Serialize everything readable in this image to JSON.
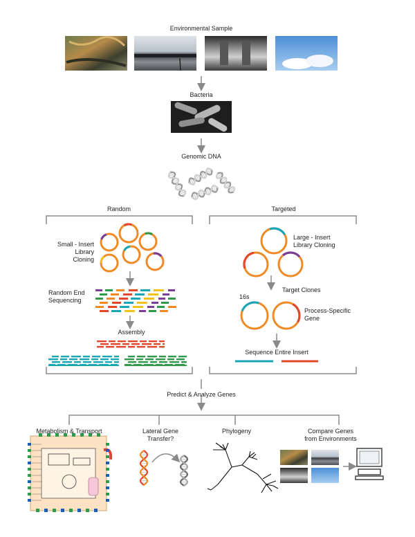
{
  "flow": {
    "environmental_sample": "Environmental Sample",
    "bacteria": "Bacteria",
    "genomic_dna": "Genomic DNA",
    "predict_analyze": "Predict & Analyze Genes"
  },
  "random": {
    "title": "Random",
    "small_insert": "Small - Insert\nLibrary Cloning",
    "random_end": "Random End\nSequencing",
    "assembly": "Assembly"
  },
  "targeted": {
    "title": "Targeted",
    "large_insert": "Large - Insert\nLibrary Cloning",
    "target_clones": "Target Clones",
    "s16": "16s",
    "process_specific": "Process-Specific\nGene",
    "sequence_entire": "Sequence Entire Insert"
  },
  "analysis": {
    "metabolism": "Metabolism & Transport",
    "lateral": "Lateral Gene\nTransfer?",
    "phylogeny": "Phylogeny",
    "compare": "Compare Genes\nfrom Environments"
  },
  "colors": {
    "orange": "#f08a24",
    "red": "#e2472b",
    "teal": "#1aa6b9",
    "green": "#2e9a4a",
    "purple": "#7a3e97",
    "yellow": "#f2c21b",
    "gray_line": "#8a8a8a"
  },
  "icons": [
    "photo-icon",
    "bacteria-micrograph-icon",
    "dna-helix-icon",
    "plasmid-icon",
    "pathway-map-icon",
    "phylogenetic-tree-icon",
    "computer-icon"
  ]
}
